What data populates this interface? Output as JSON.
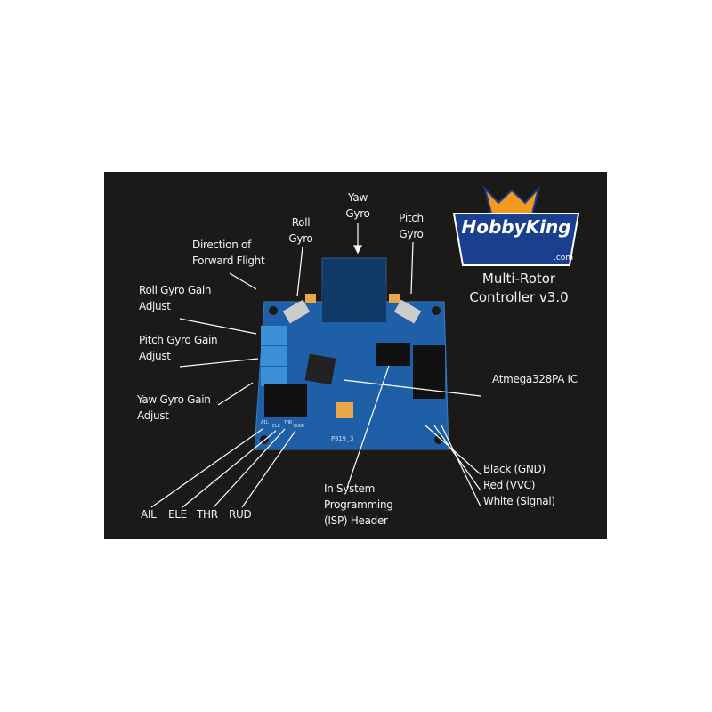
{
  "brand": {
    "logo_text": "HobbyKing",
    "logo_suffix": ".com",
    "colors": {
      "blue": "#1a3f8f",
      "orange": "#f39a1e",
      "board": "#1e5fa8",
      "background": "#1c1a19"
    }
  },
  "product_title": {
    "line1": "Multi-Rotor",
    "line2": "Controller v3.0"
  },
  "labels": {
    "yaw_gyro": [
      "Yaw",
      "Gyro"
    ],
    "roll_gyro": [
      "Roll",
      "Gyro"
    ],
    "pitch_gyro": [
      "Pitch",
      "Gyro"
    ],
    "forward_flight": [
      "Direction of",
      "Forward Flight"
    ],
    "roll_gain": [
      "Roll Gyro Gain",
      "Adjust"
    ],
    "pitch_gain": [
      "Pitch Gyro Gain",
      "Adjust"
    ],
    "yaw_gain": [
      "Yaw Gyro Gain",
      "Adjust"
    ],
    "ic": "Atmega328PA IC",
    "outputs": [
      "Black (GND)",
      "Red (VVC)",
      "White (Signal)"
    ],
    "isp": [
      "In System",
      "Programming",
      "(ISP) Header"
    ],
    "inputs": [
      "AIL",
      "ELE",
      "THR",
      "RUD"
    ]
  },
  "board_silkscreen": {
    "id": "PB19_3",
    "inputs": [
      "AIL",
      "ELE",
      "THR",
      "RUDD"
    ]
  }
}
